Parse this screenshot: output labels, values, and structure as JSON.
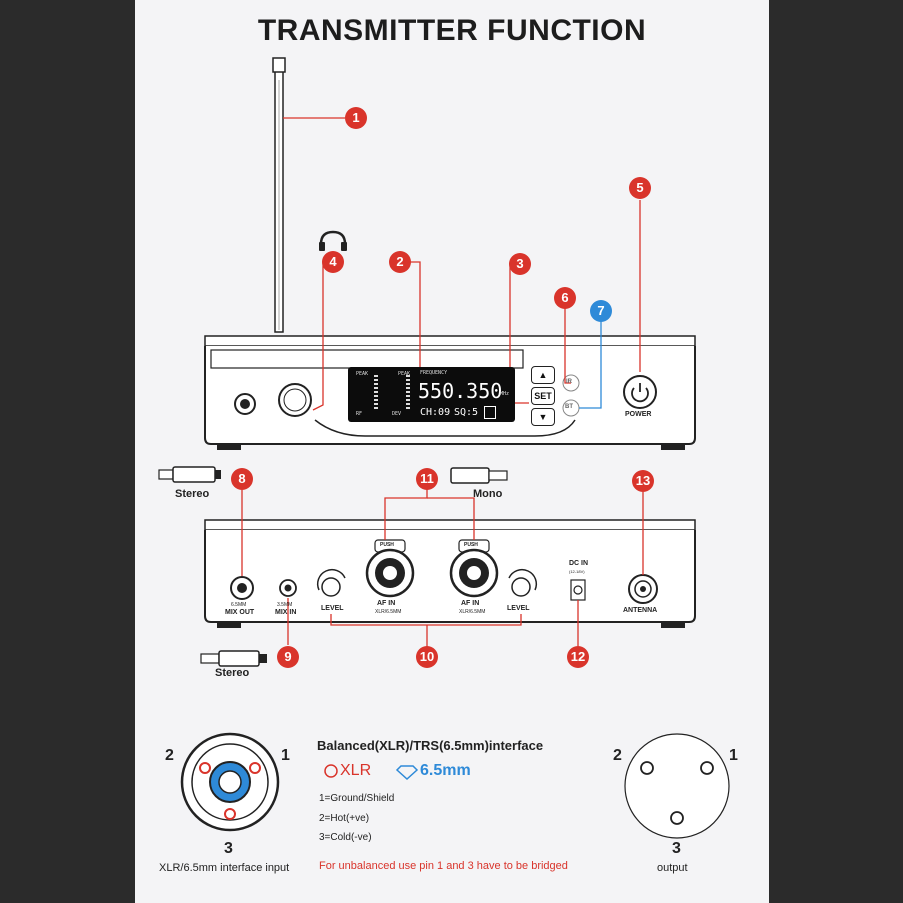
{
  "title": "TRANSMITTER FUNCTION",
  "callouts": [
    "1",
    "2",
    "3",
    "4",
    "5",
    "6",
    "7",
    "8",
    "9",
    "10",
    "11",
    "12",
    "13"
  ],
  "front": {
    "frequency_label": "FREQUENCY",
    "frequency": "550.350",
    "unit": "MHz",
    "channel": "CH:09",
    "squelch": "SQ:5",
    "meter_left": [
      "PEAK",
      "RF"
    ],
    "meter_right": [
      "PEAK",
      "DEV"
    ],
    "set_label": "SET",
    "ir_label": "IR",
    "bt_label": "BT",
    "power_label": "POWER"
  },
  "back": {
    "stereo_top": "Stereo",
    "mono": "Mono",
    "stereo_bottom": "Stereo",
    "mix_out_size": "6.5MM",
    "mix_out": "MIX OUT",
    "mix_in_size": "3.5MM",
    "mix_in": "MIX IN",
    "level_left": "LEVEL",
    "level_right": "LEVEL",
    "push": "PUSH",
    "af_in": "AF IN",
    "af_in_sub": "XLR/6.5MM",
    "dc_in": "DC IN",
    "dc_in_sub": "(12-18V)",
    "antenna": "ANTENNA"
  },
  "interface": {
    "heading": "Balanced(XLR)/TRS(6.5mm)interface",
    "xlr": "XLR",
    "trs": "6.5mm",
    "pins": [
      "1=Ground/Shield",
      "2=Hot(+ve)",
      "3=Cold(-ve)"
    ],
    "note": "For unbalanced use pin 1 and 3 have to be bridged",
    "left_caption": "XLR/6.5mm interface input",
    "right_caption": "output",
    "pin_left_2": "2",
    "pin_left_1": "1",
    "pin_left_3": "3",
    "pin_right_2": "2",
    "pin_right_1": "1",
    "pin_right_3": "3"
  },
  "colors": {
    "callout": "#d9342b",
    "callout_blue": "#2e8ad8",
    "page": "#f4f4f6"
  }
}
